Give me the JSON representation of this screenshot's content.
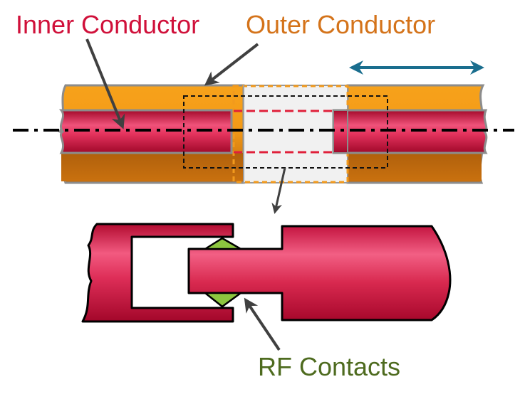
{
  "labels": {
    "inner_conductor": "Inner Conductor",
    "outer_conductor": "Outer Conductor",
    "rf_contacts": "RF Contacts"
  },
  "colors": {
    "inner_text": "#d0103a",
    "outer_text": "#d4731a",
    "rf_text": "#4e6b1f",
    "inner_conductor": "#c8103a",
    "outer_conductor": "#e98a10",
    "dielectric": "#f1f1f1",
    "contact": "#8dc63f",
    "dimension_arrow": "#1a6e8e",
    "callout_dash": "#e0203a"
  },
  "icons": {
    "dimension": "double-headed-arrow-icon",
    "leader": "arrow-icon"
  }
}
